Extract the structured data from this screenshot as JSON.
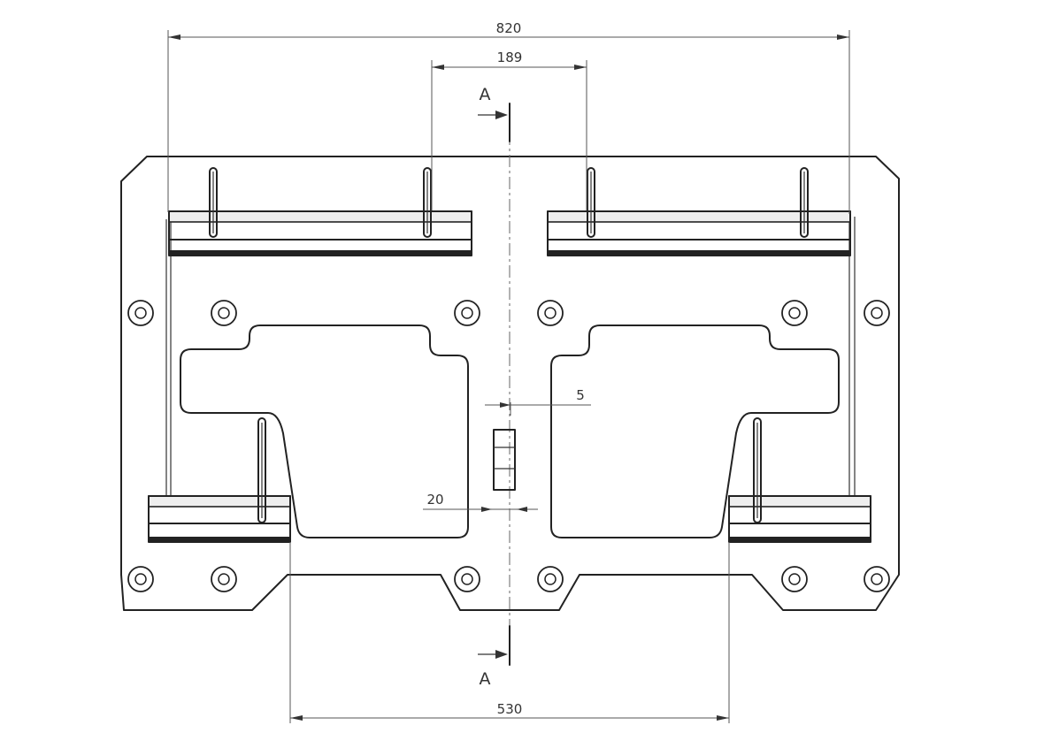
{
  "dimensions": {
    "overall_width": "820",
    "center_gap": "189",
    "small_gap": "5",
    "slot_width": "20",
    "bottom_span": "530"
  },
  "section": {
    "top_label": "A",
    "bottom_label": "A"
  },
  "colors": {
    "line": "#222222",
    "dimension": "#555555",
    "background": "#ffffff"
  }
}
